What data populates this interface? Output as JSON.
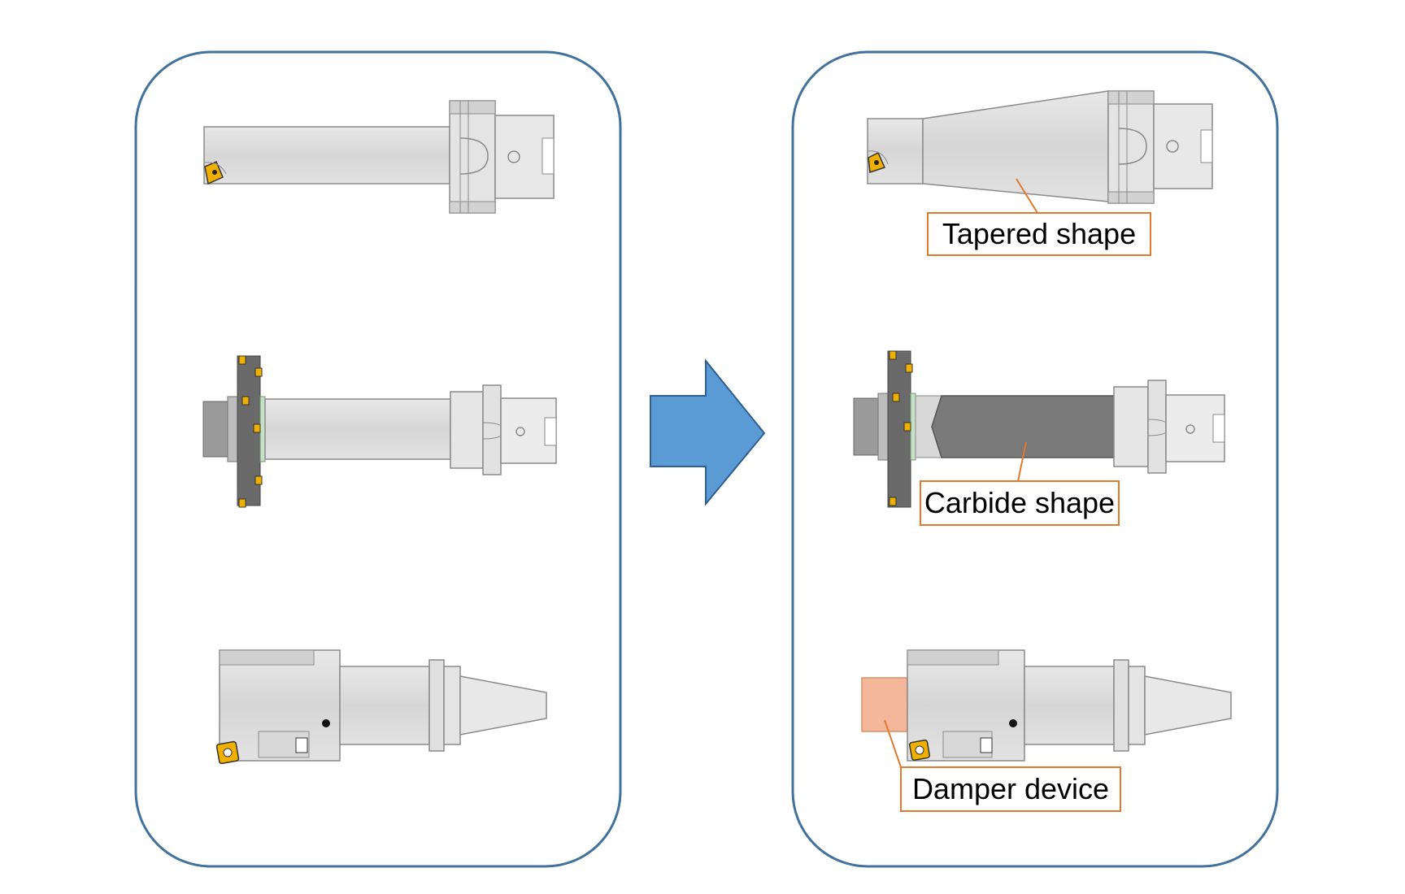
{
  "colors": {
    "panel_border": "#41719c",
    "arrow_fill": "#5b9bd5",
    "arrow_stroke": "#2e5f8f",
    "tool_body": "#dcdcdc",
    "tool_outline": "#8a8a8a",
    "cutter_dark": "#6a6a6a",
    "carbide": "#7a7a7a",
    "damper": "#f4b79a",
    "insert": "#f0b000",
    "callout_border": "#e07a2e",
    "callout_leader": "#e07a2e"
  },
  "icons": {
    "arrow": "right-arrow-icon",
    "insert": "cutting-insert-icon"
  },
  "callouts": {
    "tapered": "Tapered shape",
    "carbide": "Carbide shape",
    "damper": "Damper device"
  }
}
